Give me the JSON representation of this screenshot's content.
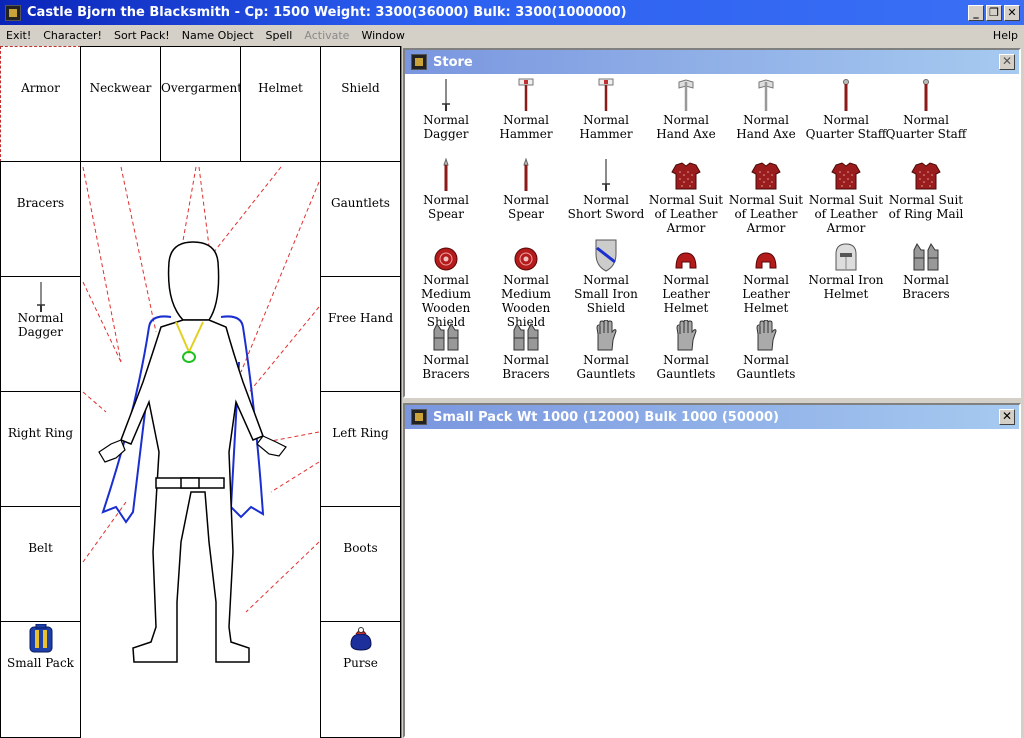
{
  "window": {
    "title": "Castle Bjorn the Blacksmith - Cp: 1500 Weight: 3300(36000) Bulk: 3300(1000000)",
    "minimize": "_",
    "restore": "❐",
    "close": "✕"
  },
  "menu": {
    "exit": "Exit!",
    "character": "Character!",
    "sort_pack": "Sort Pack!",
    "name_object": "Name Object",
    "spell": "Spell",
    "activate": "Activate",
    "window": "Window",
    "help": "Help"
  },
  "equipment": {
    "armor": "Armor",
    "neckwear": "Neckwear",
    "overgarment": "Overgarment",
    "helmet": "Helmet",
    "shield": "Shield",
    "bracers": "Bracers",
    "gauntlets": "Gauntlets",
    "weapon": "Normal Dagger",
    "free_hand": "Free Hand",
    "right_ring": "Right Ring",
    "left_ring": "Left Ring",
    "belt": "Belt",
    "boots": "Boots",
    "small_pack": "Small Pack",
    "purse": "Purse"
  },
  "store": {
    "title": "Store",
    "close": "✕",
    "items": [
      {
        "name": "Normal Dagger",
        "icon": "dagger"
      },
      {
        "name": "Normal Hammer",
        "icon": "hammer"
      },
      {
        "name": "Normal Hammer",
        "icon": "hammer"
      },
      {
        "name": "Normal Hand Axe",
        "icon": "axe"
      },
      {
        "name": "Normal Hand Axe",
        "icon": "axe"
      },
      {
        "name": "Normal Quarter Staff",
        "icon": "staff"
      },
      {
        "name": "Normal Quarter Staff",
        "icon": "staff"
      },
      {
        "name": "Normal Spear",
        "icon": "spear"
      },
      {
        "name": "Normal Spear",
        "icon": "spear"
      },
      {
        "name": "Normal Short Sword",
        "icon": "sword"
      },
      {
        "name": "Normal Suit of Leather Armor",
        "icon": "armor"
      },
      {
        "name": "Normal Suit of Leather Armor",
        "icon": "armor"
      },
      {
        "name": "Normal Suit of Leather Armor",
        "icon": "armor"
      },
      {
        "name": "Normal Suit of Ring Mail",
        "icon": "armor"
      },
      {
        "name": "Normal Medium Wooden Shield",
        "icon": "round-shield"
      },
      {
        "name": "Normal Medium Wooden Shield",
        "icon": "round-shield"
      },
      {
        "name": "Normal Small Iron Shield",
        "icon": "iron-shield"
      },
      {
        "name": "Normal Leather Helmet",
        "icon": "leather-helmet"
      },
      {
        "name": "Normal Leather Helmet",
        "icon": "leather-helmet"
      },
      {
        "name": "Normal Iron Helmet",
        "icon": "iron-helmet"
      },
      {
        "name": "Normal Bracers",
        "icon": "bracers"
      },
      {
        "name": "Normal Bracers",
        "icon": "bracers"
      },
      {
        "name": "Normal Bracers",
        "icon": "bracers"
      },
      {
        "name": "Normal Gauntlets",
        "icon": "gauntlet"
      },
      {
        "name": "Normal Gauntlets",
        "icon": "gauntlet"
      },
      {
        "name": "Normal Gauntlets",
        "icon": "gauntlet"
      }
    ]
  },
  "pack": {
    "title": "Small Pack Wt 1000 (12000) Bulk 1000 (50000)",
    "close": "✕"
  }
}
